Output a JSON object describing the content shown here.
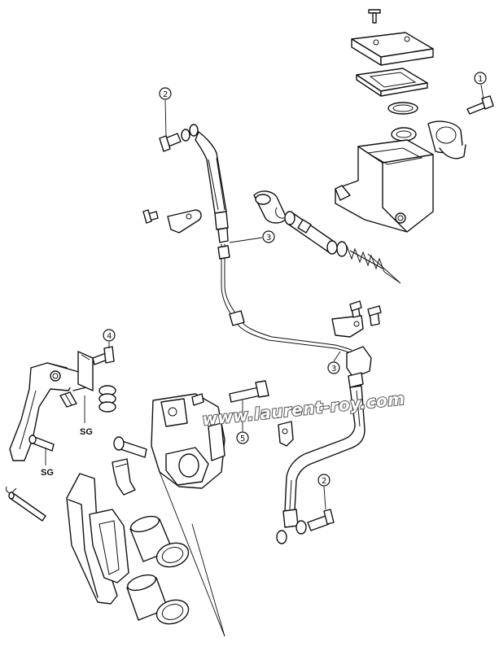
{
  "callouts": [
    "1",
    "2",
    "3",
    "4",
    "5"
  ],
  "labels": {
    "sg": "SG"
  },
  "watermark": "www.laurent-roy.com"
}
